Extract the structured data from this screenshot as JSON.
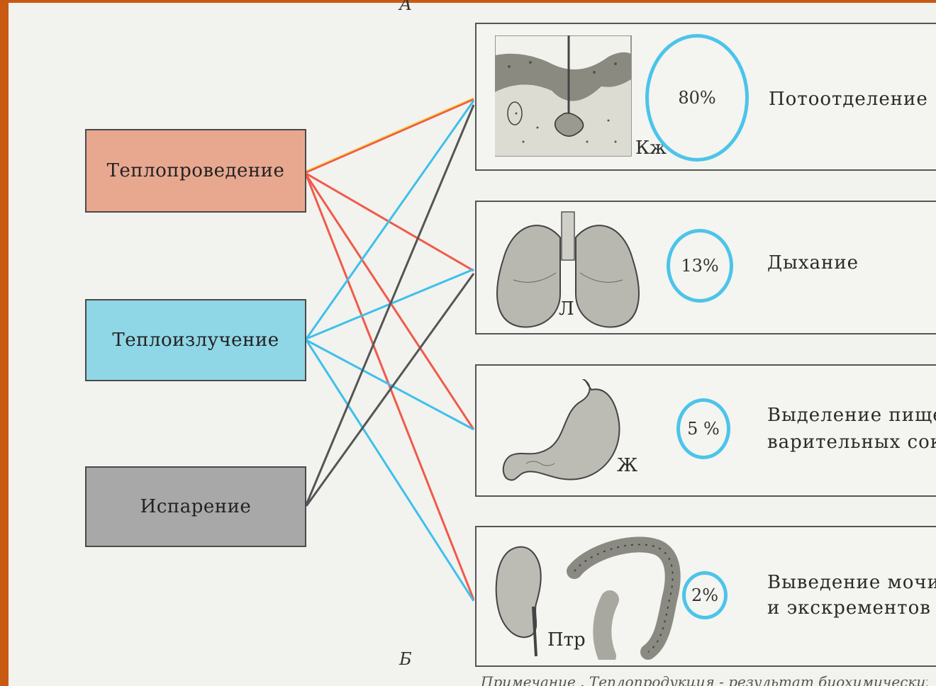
{
  "labels": {
    "a": "А",
    "b": "Б"
  },
  "methods": {
    "conduction": "Теплопроведение",
    "radiation": "Теплоизлучение",
    "evaporation": "Испарение"
  },
  "organs": {
    "skin": {
      "label": "Кж",
      "percent": "80%",
      "process": "Потоотделение"
    },
    "lungs": {
      "label": "Л",
      "percent": "13%",
      "process": "Дыхание"
    },
    "stomach": {
      "label": "Ж",
      "percent": "5 %",
      "process_line1": "Выделение пище -",
      "process_line2": "варительных соков"
    },
    "intestine": {
      "label": "Птр",
      "percent": "2%",
      "process_line1": "Выведение мочи",
      "process_line2": "и  экскрементов"
    }
  },
  "footnote": "Примечание . Теплопродукция - результат биохимических",
  "colors": {
    "conduction": "#f05a4a",
    "radiation": "#3ec0ec",
    "evaporation": "#555555",
    "ring": "#4cc4ea",
    "frame": "#c85a14"
  }
}
